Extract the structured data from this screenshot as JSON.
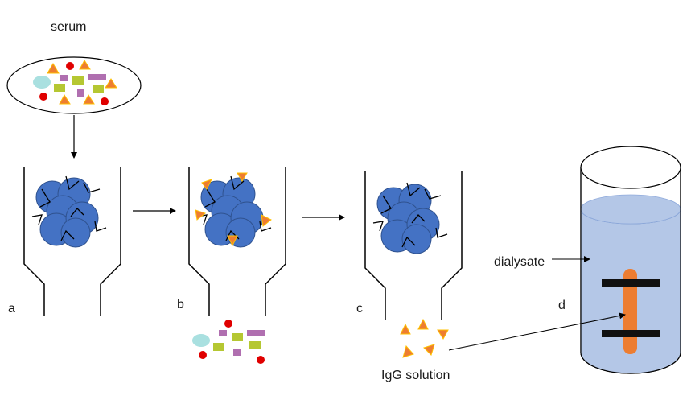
{
  "labels": {
    "serum": "serum",
    "step_a": "a",
    "step_b": "b",
    "step_c": "c",
    "step_d": "d",
    "dialysate": "dialysate",
    "igg_solution": "IgG solution"
  },
  "colors": {
    "bead": "#4472c4",
    "bead_stroke": "#2f528f",
    "igg": "#ed7d31",
    "igg_outline": "#ffc000",
    "red": "#e00000",
    "cyan": "#a9e0e0",
    "green": "#b5c732",
    "purple": "#b06fb0",
    "dialysate": "#b4c7e7",
    "bag": "#ed7d31",
    "clamp": "#111111"
  }
}
